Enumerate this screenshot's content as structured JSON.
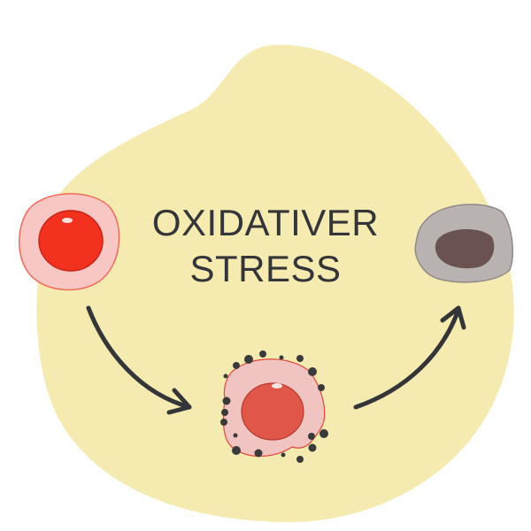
{
  "title": {
    "line1": "OXIDATIVER",
    "line2": "STRESS"
  },
  "colors": {
    "background_blob": "#f5ebb0",
    "text": "#333538",
    "arrow": "#333538",
    "healthy_cell": "#f8c6c3",
    "healthy_nucleus": "#f2321e",
    "stressed_cell": "#f2c4c1",
    "stressed_nucleus": "#e0574a",
    "dead_cell": "#b8b3b0",
    "dead_nucleus": "#6a5250",
    "ros": "#3a3a3a"
  },
  "icons": [
    "healthy-cell",
    "stressed-cell-with-ros",
    "dead-cell",
    "arrow-down-right",
    "arrow-up-right"
  ]
}
